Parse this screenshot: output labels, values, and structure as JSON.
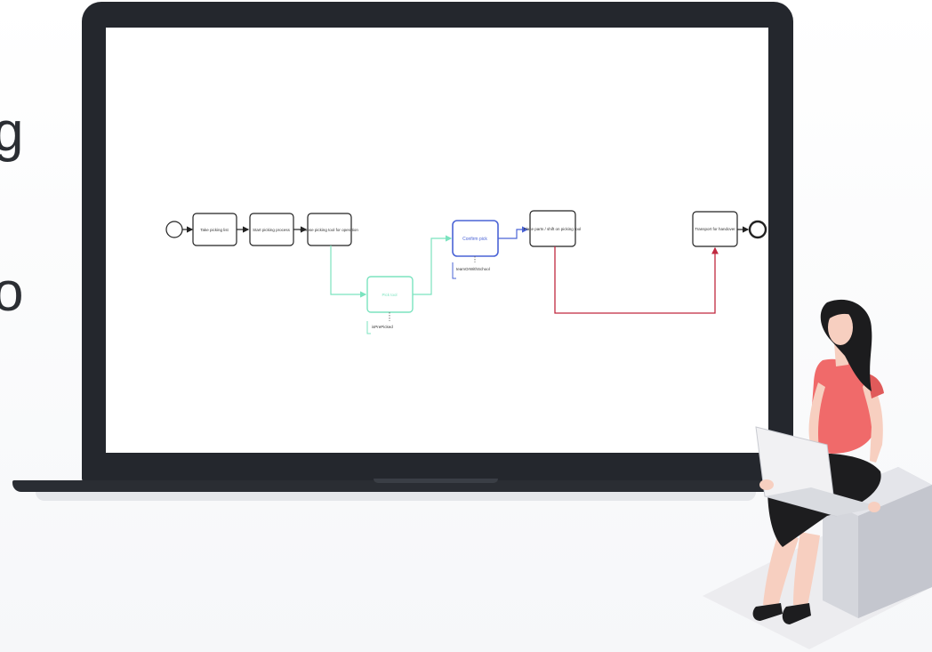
{
  "background_fragments": {
    "top": "g",
    "bottom": "o"
  },
  "diagram": {
    "tasks": {
      "take_list": "Take picking list",
      "start_process": "Start picking process",
      "choose_tool": "Choose picking tool for operation",
      "pick_tool": "Pick tool",
      "confirm_pick": "Confirm pick",
      "place_parts": "Place parts / shift on picking tool",
      "transport": "Transport for handover"
    },
    "annotations": {
      "is_pre_picked": "isPrePicked",
      "team": "teamOrWithSchool"
    }
  },
  "colors": {
    "laptop": "#24272d",
    "green_flow": "#7be3bf",
    "blue_task": "#4a63d6",
    "red_flow": "#c0283f",
    "shirt": "#f06a6a",
    "skirt": "#1d1d1f",
    "hair": "#1c1c1e",
    "skin": "#f7cfc0"
  }
}
